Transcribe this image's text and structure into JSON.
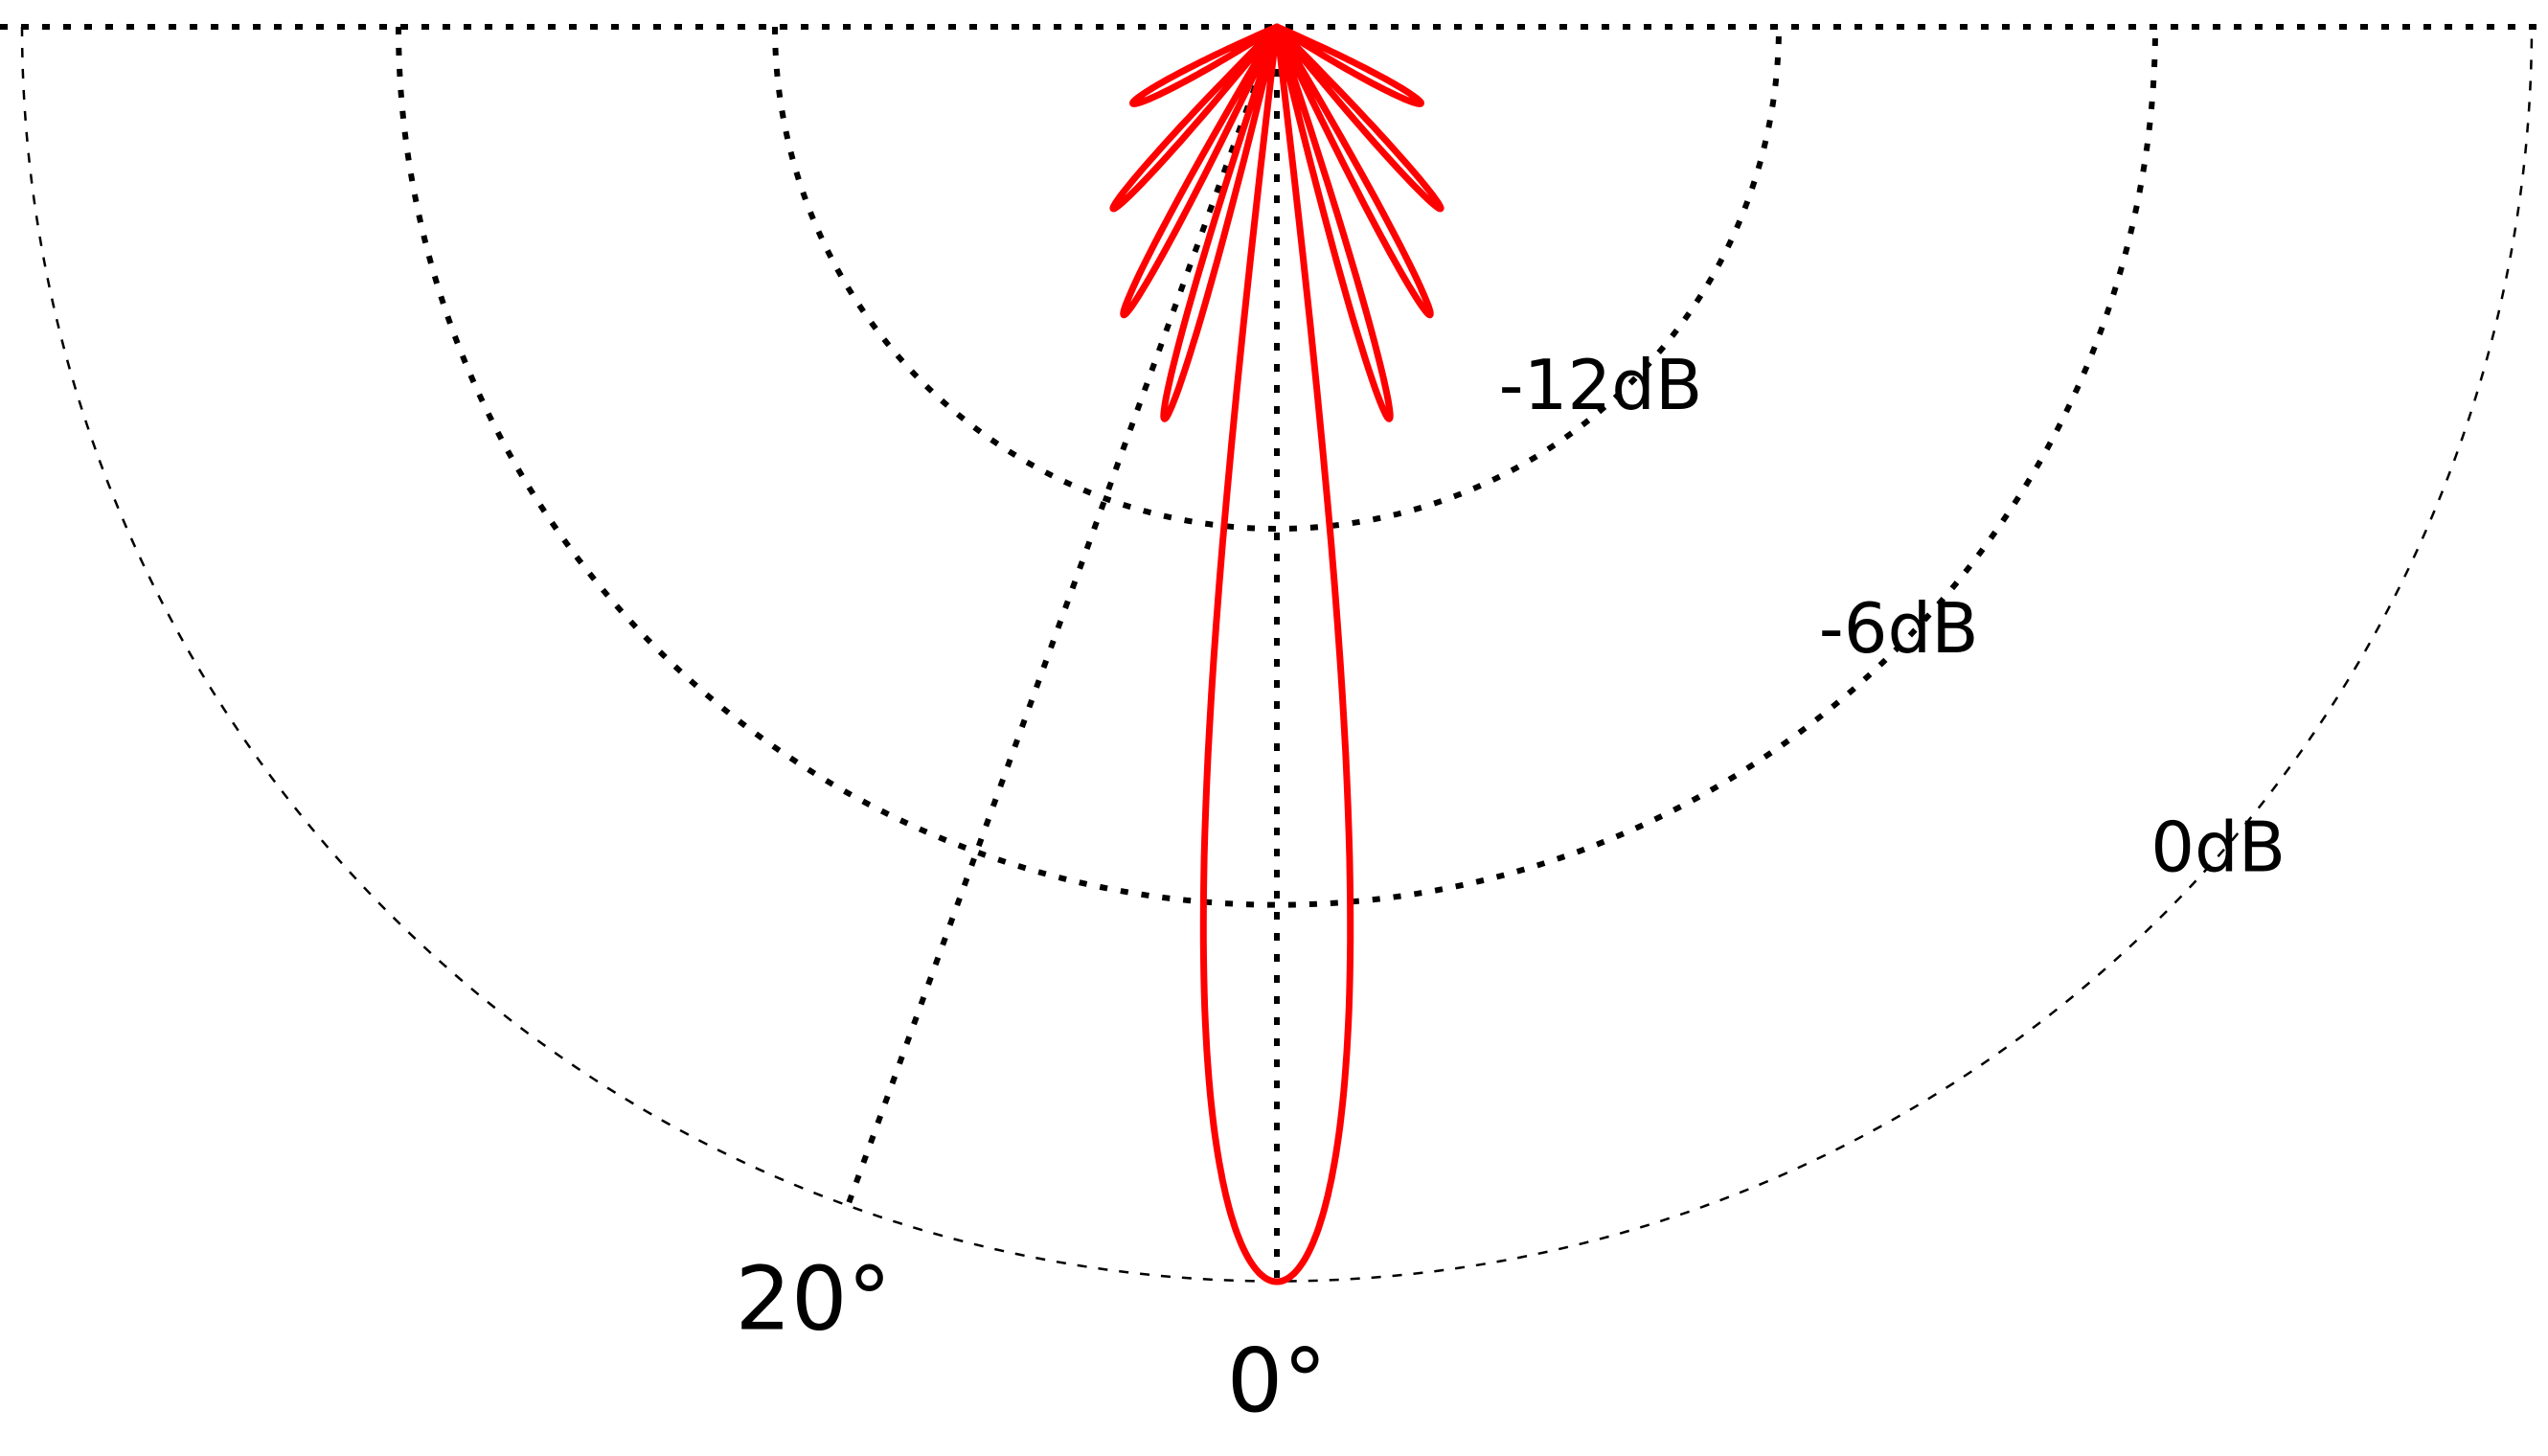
{
  "chart_data": {
    "type": "polar",
    "title": "",
    "angle_range_deg": [
      -90,
      90
    ],
    "radial_rings": [
      {
        "label": "0dB",
        "value_db": 0
      },
      {
        "label": "-6dB",
        "value_db": -6
      },
      {
        "label": "-12dB",
        "value_db": -12
      }
    ],
    "radial_range_db": [
      -20,
      0
    ],
    "angle_ticks": [
      {
        "label": "0°",
        "angle_deg": 0
      },
      {
        "label": "20°",
        "angle_deg": 20
      }
    ],
    "grid": true,
    "series": [
      {
        "color": "#ff0000",
        "lobes": [
          {
            "angle_deg": 0,
            "peak_db": 0
          },
          {
            "angle_deg": -16,
            "peak_db": -13.5
          },
          {
            "angle_deg": 16,
            "peak_db": -13.5
          },
          {
            "angle_deg": -28,
            "peak_db": -14.8
          },
          {
            "angle_deg": 28,
            "peak_db": -14.8
          },
          {
            "angle_deg": -42,
            "peak_db": -16.1
          },
          {
            "angle_deg": 42,
            "peak_db": -16.1
          },
          {
            "angle_deg": -62,
            "peak_db": -17.4
          },
          {
            "angle_deg": 62,
            "peak_db": -17.4
          }
        ]
      }
    ]
  }
}
